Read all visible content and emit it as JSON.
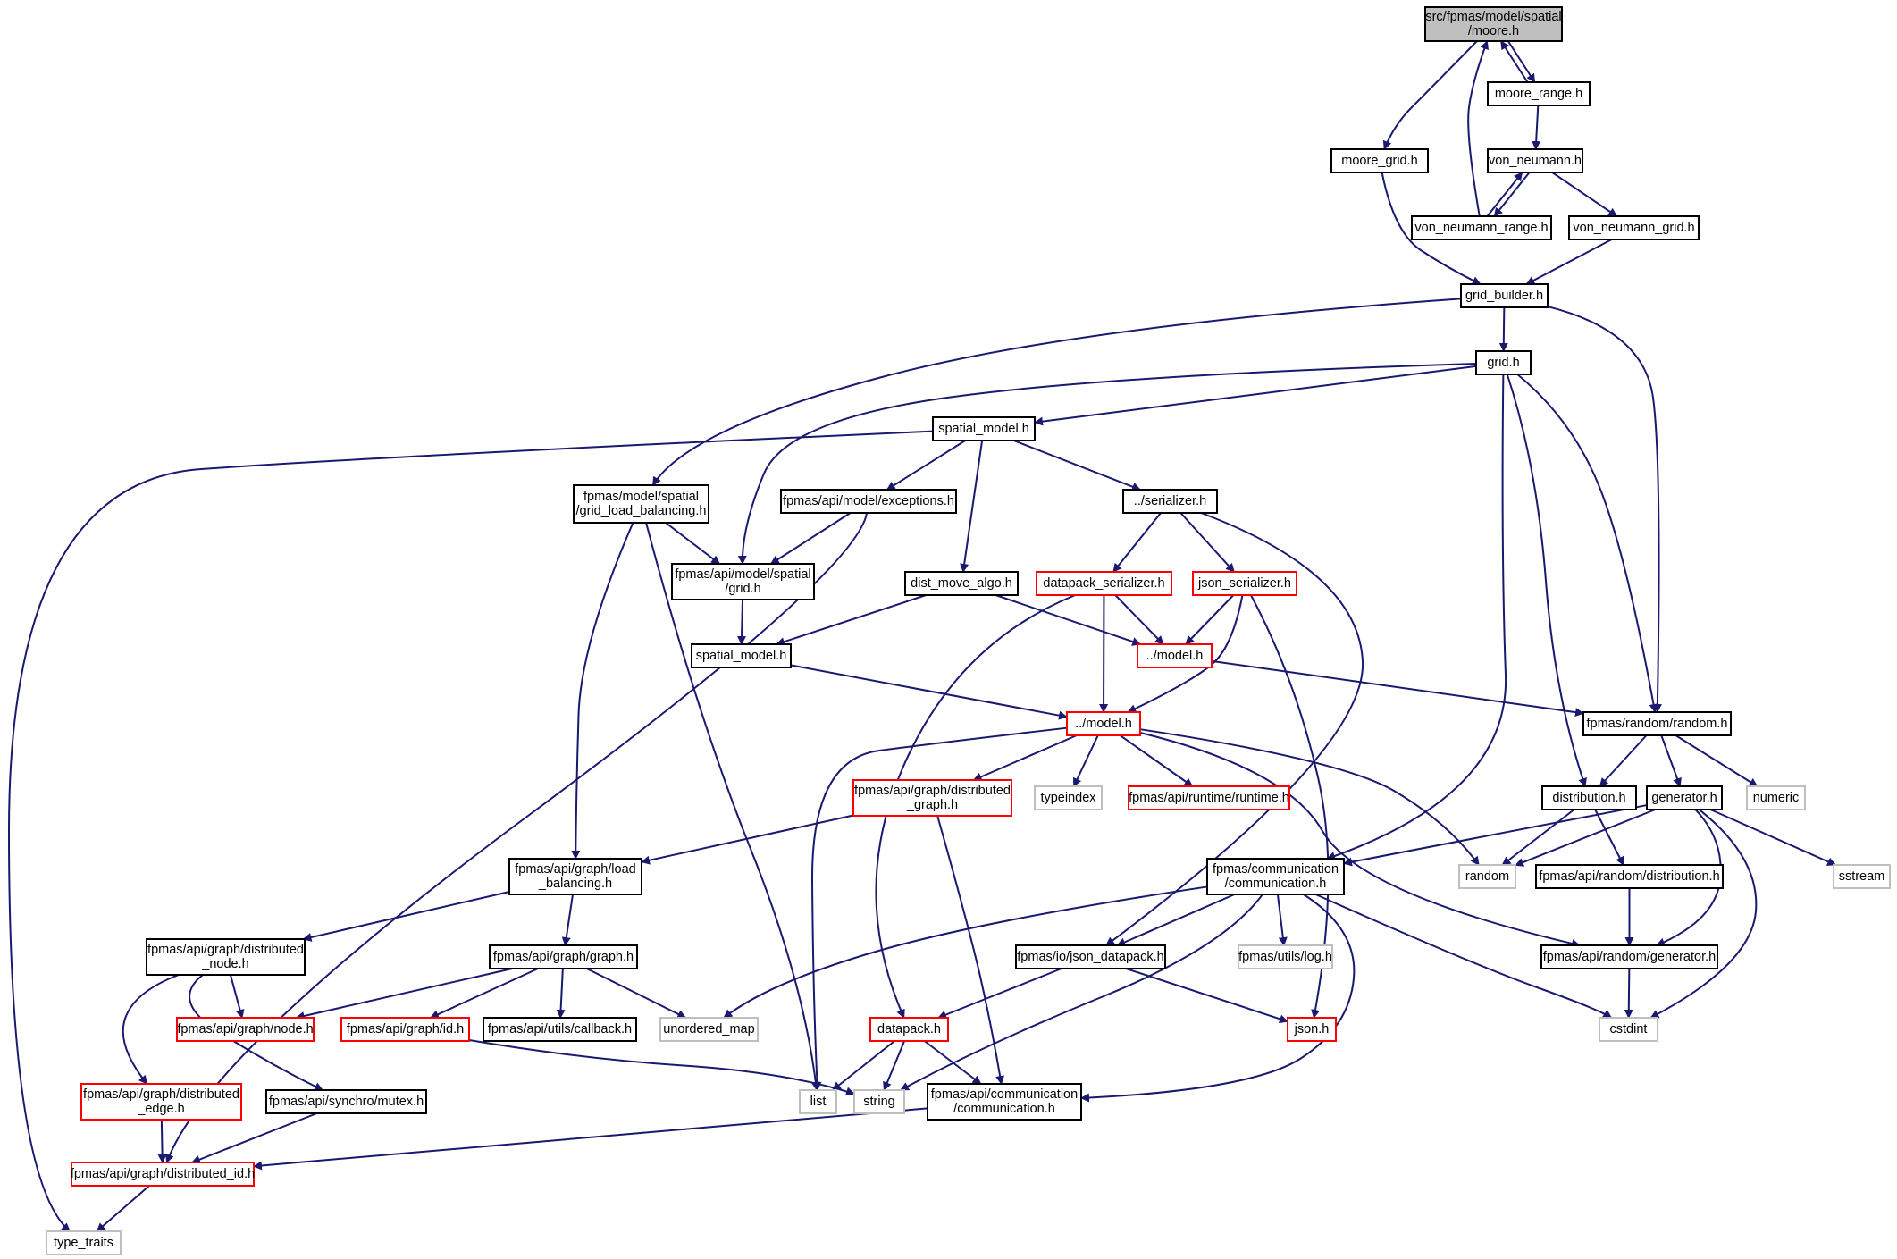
{
  "colors": {
    "edge": "#191970",
    "normal_border": "#000000",
    "truncated_border": "#ff0000",
    "external_border": "#bfbfbf",
    "root_fill": "#bfbfbf",
    "node_fill": "#ffffff",
    "external_text": "#7f7f7f"
  },
  "nodes": {
    "moore": {
      "lines": [
        "src/fpmas/model/spatial",
        "/moore.h"
      ],
      "kind": "root"
    },
    "moore_range": {
      "lines": [
        "moore_range.h"
      ],
      "kind": "normal"
    },
    "moore_grid": {
      "lines": [
        "moore_grid.h"
      ],
      "kind": "normal"
    },
    "von_neumann": {
      "lines": [
        "von_neumann.h"
      ],
      "kind": "normal"
    },
    "von_neumann_range": {
      "lines": [
        "von_neumann_range.h"
      ],
      "kind": "normal"
    },
    "von_neumann_grid": {
      "lines": [
        "von_neumann_grid.h"
      ],
      "kind": "normal"
    },
    "grid_builder": {
      "lines": [
        "grid_builder.h"
      ],
      "kind": "normal"
    },
    "grid": {
      "lines": [
        "grid.h"
      ],
      "kind": "normal"
    },
    "spatial_model_top": {
      "lines": [
        "spatial_model.h"
      ],
      "kind": "normal"
    },
    "grid_load_balancing": {
      "lines": [
        "fpmas/model/spatial",
        "/grid_load_balancing.h"
      ],
      "kind": "normal"
    },
    "exceptions": {
      "lines": [
        "fpmas/api/model/exceptions.h"
      ],
      "kind": "normal"
    },
    "serializer": {
      "lines": [
        "../serializer.h"
      ],
      "kind": "normal"
    },
    "api_spatial_grid": {
      "lines": [
        "fpmas/api/model/spatial",
        "/grid.h"
      ],
      "kind": "normal"
    },
    "dist_move_algo": {
      "lines": [
        "dist_move_algo.h"
      ],
      "kind": "normal"
    },
    "datapack_serializer": {
      "lines": [
        "datapack_serializer.h"
      ],
      "kind": "truncated"
    },
    "json_serializer": {
      "lines": [
        "json_serializer.h"
      ],
      "kind": "truncated"
    },
    "spatial_model_bottom": {
      "lines": [
        "spatial_model.h"
      ],
      "kind": "normal"
    },
    "model_h_dotdot": {
      "lines": [
        "../model.h"
      ],
      "kind": "truncated"
    },
    "model_h": {
      "lines": [
        "../model.h"
      ],
      "kind": "truncated"
    },
    "random_h": {
      "lines": [
        "fpmas/random/random.h"
      ],
      "kind": "normal"
    },
    "distributed_graph": {
      "lines": [
        "fpmas/api/graph/distributed",
        "_graph.h"
      ],
      "kind": "truncated"
    },
    "typeindex": {
      "lines": [
        "typeindex"
      ],
      "kind": "external"
    },
    "runtime": {
      "lines": [
        "fpmas/api/runtime/runtime.h"
      ],
      "kind": "truncated"
    },
    "distribution": {
      "lines": [
        "distribution.h"
      ],
      "kind": "normal"
    },
    "generator": {
      "lines": [
        "generator.h"
      ],
      "kind": "normal"
    },
    "numeric": {
      "lines": [
        "numeric"
      ],
      "kind": "external"
    },
    "load_balancing": {
      "lines": [
        "fpmas/api/graph/load",
        "_balancing.h"
      ],
      "kind": "normal"
    },
    "communication": {
      "lines": [
        "fpmas/communication",
        "/communication.h"
      ],
      "kind": "normal"
    },
    "random_std": {
      "lines": [
        "random"
      ],
      "kind": "external"
    },
    "api_random_distribution": {
      "lines": [
        "fpmas/api/random/distribution.h"
      ],
      "kind": "normal"
    },
    "sstream": {
      "lines": [
        "sstream"
      ],
      "kind": "external"
    },
    "distributed_node": {
      "lines": [
        "fpmas/api/graph/distributed",
        "_node.h"
      ],
      "kind": "normal"
    },
    "graph_h": {
      "lines": [
        "fpmas/api/graph/graph.h"
      ],
      "kind": "normal"
    },
    "json_datapack": {
      "lines": [
        "fpmas/io/json_datapack.h"
      ],
      "kind": "normal"
    },
    "log_h": {
      "lines": [
        "fpmas/utils/log.h"
      ],
      "kind": "external"
    },
    "api_random_generator": {
      "lines": [
        "fpmas/api/random/generator.h"
      ],
      "kind": "normal"
    },
    "node_h": {
      "lines": [
        "fpmas/api/graph/node.h"
      ],
      "kind": "truncated"
    },
    "id_h": {
      "lines": [
        "fpmas/api/graph/id.h"
      ],
      "kind": "truncated"
    },
    "callback": {
      "lines": [
        "fpmas/api/utils/callback.h"
      ],
      "kind": "normal"
    },
    "unordered_map": {
      "lines": [
        "unordered_map"
      ],
      "kind": "external"
    },
    "datapack": {
      "lines": [
        "datapack.h"
      ],
      "kind": "truncated"
    },
    "json_h": {
      "lines": [
        "json.h"
      ],
      "kind": "truncated"
    },
    "cstdint": {
      "lines": [
        "cstdint"
      ],
      "kind": "external"
    },
    "distributed_edge": {
      "lines": [
        "fpmas/api/graph/distributed",
        "_edge.h"
      ],
      "kind": "truncated"
    },
    "mutex": {
      "lines": [
        "fpmas/api/synchro/mutex.h"
      ],
      "kind": "normal"
    },
    "list": {
      "lines": [
        "list"
      ],
      "kind": "external"
    },
    "string": {
      "lines": [
        "string"
      ],
      "kind": "external"
    },
    "api_communication": {
      "lines": [
        "fpmas/api/communication",
        "/communication.h"
      ],
      "kind": "normal"
    },
    "distributed_id": {
      "lines": [
        "fpmas/api/graph/distributed_id.h"
      ],
      "kind": "truncated"
    },
    "type_traits": {
      "lines": [
        "type_traits"
      ],
      "kind": "external"
    }
  },
  "edges": [
    [
      "moore",
      "moore_grid"
    ],
    [
      "moore",
      "moore_range"
    ],
    [
      "moore_range",
      "moore"
    ],
    [
      "moore_range",
      "von_neumann"
    ],
    [
      "von_neumann",
      "von_neumann_range"
    ],
    [
      "von_neumann_range",
      "von_neumann"
    ],
    [
      "von_neumann_range",
      "moore"
    ],
    [
      "von_neumann",
      "von_neumann_grid"
    ],
    [
      "moore_grid",
      "grid_builder"
    ],
    [
      "von_neumann_grid",
      "grid_builder"
    ],
    [
      "grid_builder",
      "grid"
    ],
    [
      "grid_builder",
      "grid_load_balancing"
    ],
    [
      "grid_builder",
      "random_h"
    ],
    [
      "grid",
      "spatial_model_top"
    ],
    [
      "grid",
      "api_spatial_grid"
    ],
    [
      "grid",
      "communication"
    ],
    [
      "grid",
      "distribution"
    ],
    [
      "grid",
      "random_h"
    ],
    [
      "spatial_model_top",
      "exceptions"
    ],
    [
      "spatial_model_top",
      "dist_move_algo"
    ],
    [
      "spatial_model_top",
      "serializer"
    ],
    [
      "spatial_model_top",
      "type_traits"
    ],
    [
      "grid_load_balancing",
      "api_spatial_grid"
    ],
    [
      "grid_load_balancing",
      "load_balancing"
    ],
    [
      "grid_load_balancing",
      "list"
    ],
    [
      "exceptions",
      "api_spatial_grid"
    ],
    [
      "exceptions",
      "distributed_id"
    ],
    [
      "api_spatial_grid",
      "spatial_model_bottom"
    ],
    [
      "serializer",
      "datapack_serializer"
    ],
    [
      "serializer",
      "json_serializer"
    ],
    [
      "serializer",
      "json_datapack"
    ],
    [
      "dist_move_algo",
      "spatial_model_bottom"
    ],
    [
      "dist_move_algo",
      "model_h_dotdot"
    ],
    [
      "datapack_serializer",
      "model_h_dotdot"
    ],
    [
      "datapack_serializer",
      "model_h"
    ],
    [
      "datapack_serializer",
      "datapack"
    ],
    [
      "json_serializer",
      "model_h_dotdot"
    ],
    [
      "json_serializer",
      "model_h"
    ],
    [
      "json_serializer",
      "json_h"
    ],
    [
      "spatial_model_bottom",
      "model_h"
    ],
    [
      "model_h_dotdot",
      "random_h"
    ],
    [
      "model_h",
      "distributed_graph"
    ],
    [
      "model_h",
      "typeindex"
    ],
    [
      "model_h",
      "runtime"
    ],
    [
      "model_h",
      "list"
    ],
    [
      "model_h",
      "random_std"
    ],
    [
      "model_h",
      "api_random_generator"
    ],
    [
      "random_h",
      "distribution"
    ],
    [
      "random_h",
      "generator"
    ],
    [
      "random_h",
      "numeric"
    ],
    [
      "distributed_graph",
      "load_balancing"
    ],
    [
      "distributed_graph",
      "api_communication"
    ],
    [
      "distribution",
      "random_std"
    ],
    [
      "distribution",
      "api_random_distribution"
    ],
    [
      "generator",
      "random_std"
    ],
    [
      "generator",
      "communication"
    ],
    [
      "generator",
      "api_random_generator"
    ],
    [
      "generator",
      "sstream"
    ],
    [
      "generator",
      "cstdint"
    ],
    [
      "load_balancing",
      "distributed_node"
    ],
    [
      "load_balancing",
      "graph_h"
    ],
    [
      "communication",
      "unordered_map"
    ],
    [
      "communication",
      "json_datapack"
    ],
    [
      "communication",
      "log_h"
    ],
    [
      "communication",
      "string"
    ],
    [
      "communication",
      "cstdint"
    ],
    [
      "communication",
      "api_communication"
    ],
    [
      "api_random_distribution",
      "api_random_generator"
    ],
    [
      "api_random_generator",
      "cstdint"
    ],
    [
      "distributed_node",
      "node_h"
    ],
    [
      "distributed_node",
      "distributed_edge"
    ],
    [
      "distributed_node",
      "mutex"
    ],
    [
      "graph_h",
      "node_h"
    ],
    [
      "graph_h",
      "id_h"
    ],
    [
      "graph_h",
      "callback"
    ],
    [
      "graph_h",
      "unordered_map"
    ],
    [
      "json_datapack",
      "datapack"
    ],
    [
      "json_datapack",
      "json_h"
    ],
    [
      "id_h",
      "string"
    ],
    [
      "datapack",
      "list"
    ],
    [
      "datapack",
      "string"
    ],
    [
      "datapack",
      "api_communication"
    ],
    [
      "distributed_edge",
      "distributed_id"
    ],
    [
      "mutex",
      "distributed_id"
    ],
    [
      "api_communication",
      "distributed_id"
    ],
    [
      "distributed_id",
      "type_traits"
    ]
  ]
}
